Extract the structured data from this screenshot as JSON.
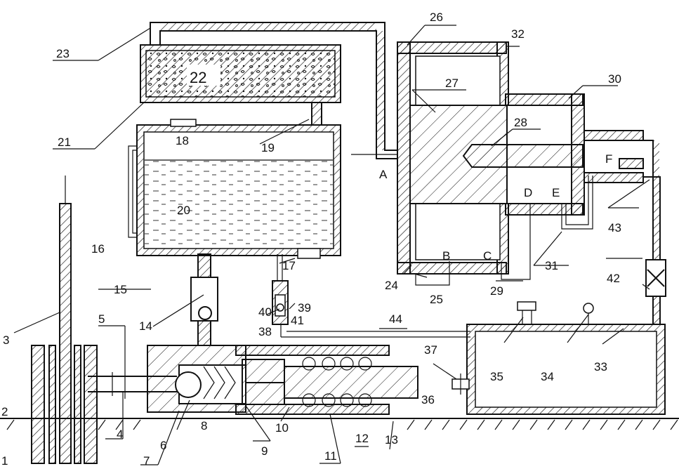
{
  "labels": {
    "n1": "1",
    "n2": "2",
    "n3": "3",
    "n4": "4",
    "n5": "5",
    "n6": "6",
    "n7": "7",
    "n8": "8",
    "n9": "9",
    "n10": "10",
    "n11": "11",
    "n12": "12",
    "n13": "13",
    "n14": "14",
    "n15": "15",
    "n16": "16",
    "n17": "17",
    "n18": "18",
    "n19": "19",
    "n20": "20",
    "n21": "21",
    "n22": "22",
    "n23": "23",
    "n24": "24",
    "n25": "25",
    "n26": "26",
    "n27": "27",
    "n28": "28",
    "n29": "29",
    "n30": "30",
    "n31": "31",
    "n32": "32",
    "n33": "33",
    "n34": "34",
    "n35": "35",
    "n36": "36",
    "n37": "37",
    "n38": "38",
    "n39": "39",
    "n40": "40",
    "n41": "41",
    "n42": "42",
    "n43": "43",
    "n44": "44",
    "A": "A",
    "B": "B",
    "C": "C",
    "D": "D",
    "E": "E",
    "F": "F"
  }
}
